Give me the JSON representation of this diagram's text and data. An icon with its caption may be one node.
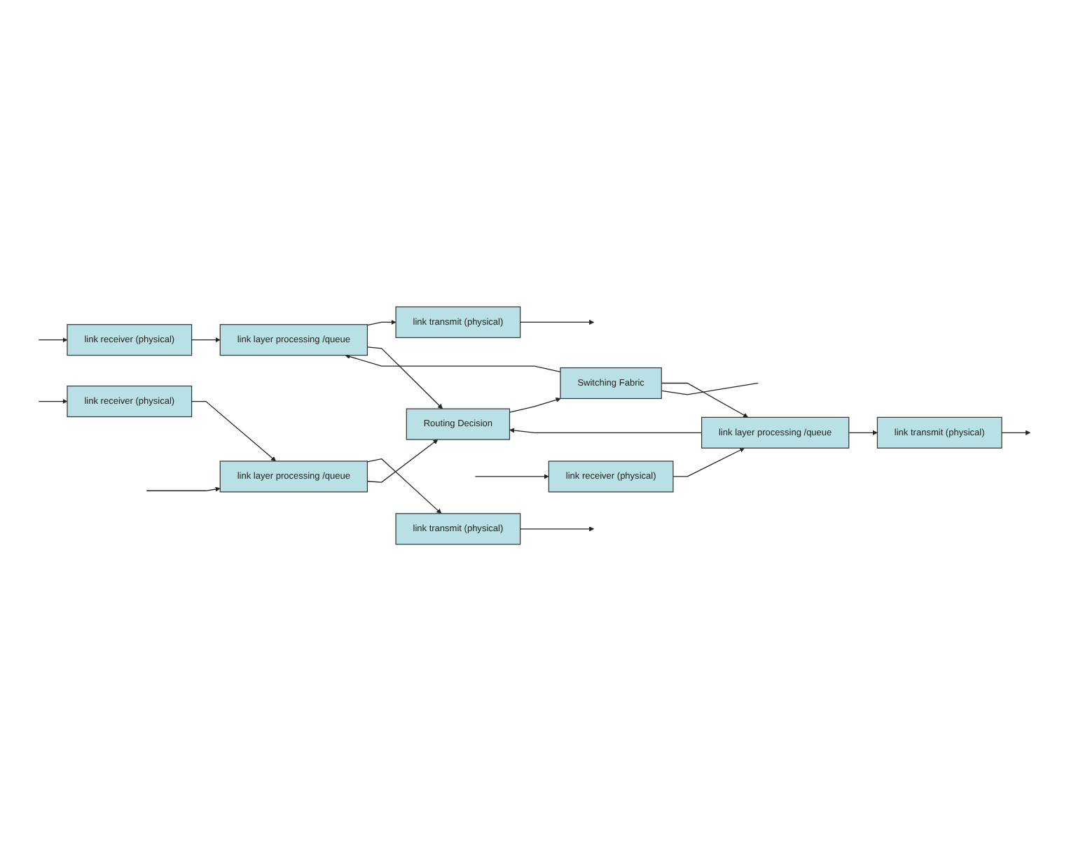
{
  "diagram": {
    "nodes": [
      {
        "text": [
          "link receiver (physical)"
        ]
      },
      {
        "text": [
          "link layer processing /queue"
        ]
      },
      {
        "text": [
          "link transmit (physical)"
        ]
      },
      {
        "text": [
          "link receiver (physical)"
        ]
      },
      {
        "text": [
          "link layer processing /queue"
        ]
      },
      {
        "text": [
          "link transmit (physical)"
        ]
      },
      {
        "text": [
          "link receiver (physical)"
        ]
      },
      {
        "text": [
          "link layer processing /queue"
        ]
      },
      {
        "text": [
          "link transmit (physical)"
        ]
      },
      {
        "text": [
          "Routing Decision"
        ]
      },
      {
        "text": [
          "Switching Fabric"
        ]
      }
    ],
    "edges": [
      {
        "from": null,
        "to": 0,
        "arrow": "to"
      },
      {
        "from": 0,
        "to": 1,
        "arrow": "to"
      },
      {
        "from": 1,
        "to": 2,
        "arrow": "to"
      },
      {
        "from": 2,
        "to": null,
        "arrow": "to"
      },
      {
        "from": null,
        "to": 3,
        "arrow": "to"
      },
      {
        "from": 3,
        "to": 4,
        "arrow": "to"
      },
      {
        "from": 4,
        "to": 5,
        "arrow": "to"
      },
      {
        "from": 5,
        "to": null,
        "arrow": "to"
      },
      {
        "from": null,
        "to": 6,
        "arrow": "to"
      },
      {
        "from": 6,
        "to": 7,
        "arrow": "to"
      },
      {
        "from": 7,
        "to": 8,
        "arrow": "to"
      },
      {
        "from": 8,
        "to": null,
        "arrow": "to"
      },
      {
        "from": 1,
        "to": 9,
        "arrow": "to"
      },
      {
        "from": 4,
        "to": 9,
        "arrow": "to"
      },
      {
        "from": 7,
        "to": 9,
        "arrow": "to"
      },
      {
        "from": 9,
        "to": 10,
        "arrow": "to"
      },
      {
        "from": 10,
        "to": 1,
        "arrow": "to"
      },
      {
        "from": 10,
        "to": 7,
        "arrow": "to"
      },
      {
        "from": 10,
        "to": null,
        "arrow": "none"
      },
      {
        "from": null,
        "to": 4,
        "arrow": "to"
      }
    ]
  }
}
